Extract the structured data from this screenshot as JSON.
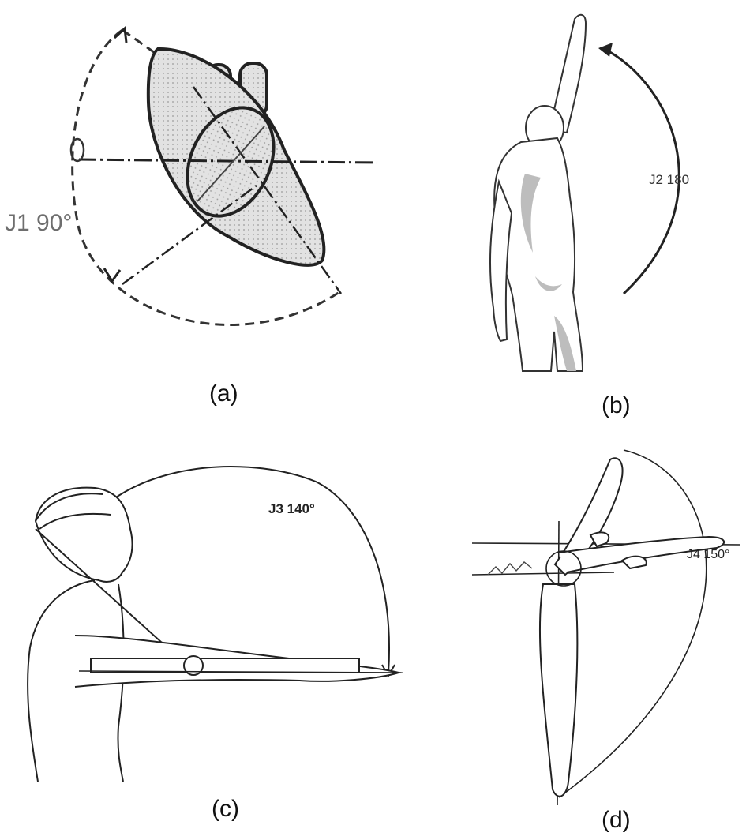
{
  "figure": {
    "panels": [
      {
        "id": "a",
        "caption": "(a)",
        "joint_label": "J1  90°"
      },
      {
        "id": "b",
        "caption": "(b)",
        "joint_label": "J2  180"
      },
      {
        "id": "c",
        "caption": "(c)",
        "joint_label": "J3  140°"
      },
      {
        "id": "d",
        "caption": "(d)",
        "joint_label": "J4  150°"
      }
    ],
    "colors": {
      "line": "#222222",
      "hatch_fill": "#d9d9d9",
      "body_shade": "#bdbdbd",
      "label_gray": "#6e6e6e"
    }
  }
}
